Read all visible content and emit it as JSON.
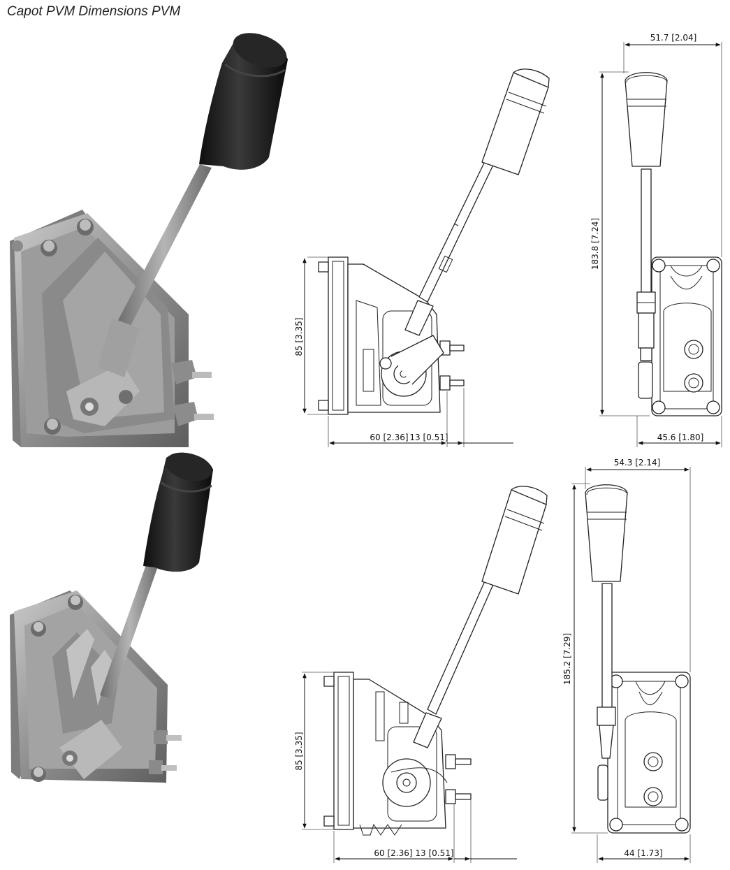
{
  "page": {
    "title": "Capot PVM Dimensions PVM"
  },
  "views": [
    {
      "side": {
        "height": "85 [3.35]",
        "depth": "60 [2.36]",
        "stud": "13 [0.51]"
      },
      "front": {
        "top_width": "51.7 [2.04]",
        "total_height": "183.8 [7.24]",
        "base_width": "45.6 [1.80]"
      }
    },
    {
      "side": {
        "height": "85 [3.35]",
        "depth": "60 [2.36]",
        "stud": "13 [0.51]"
      },
      "front": {
        "top_width": "54.3 [2.14]",
        "total_height": "185.2 [7.29]",
        "base_width": "44 [1.73]"
      }
    }
  ],
  "colors": {
    "knob_render": "#1c1c1c",
    "metal_render": "#9a9a9a",
    "line_art": "#222222"
  }
}
